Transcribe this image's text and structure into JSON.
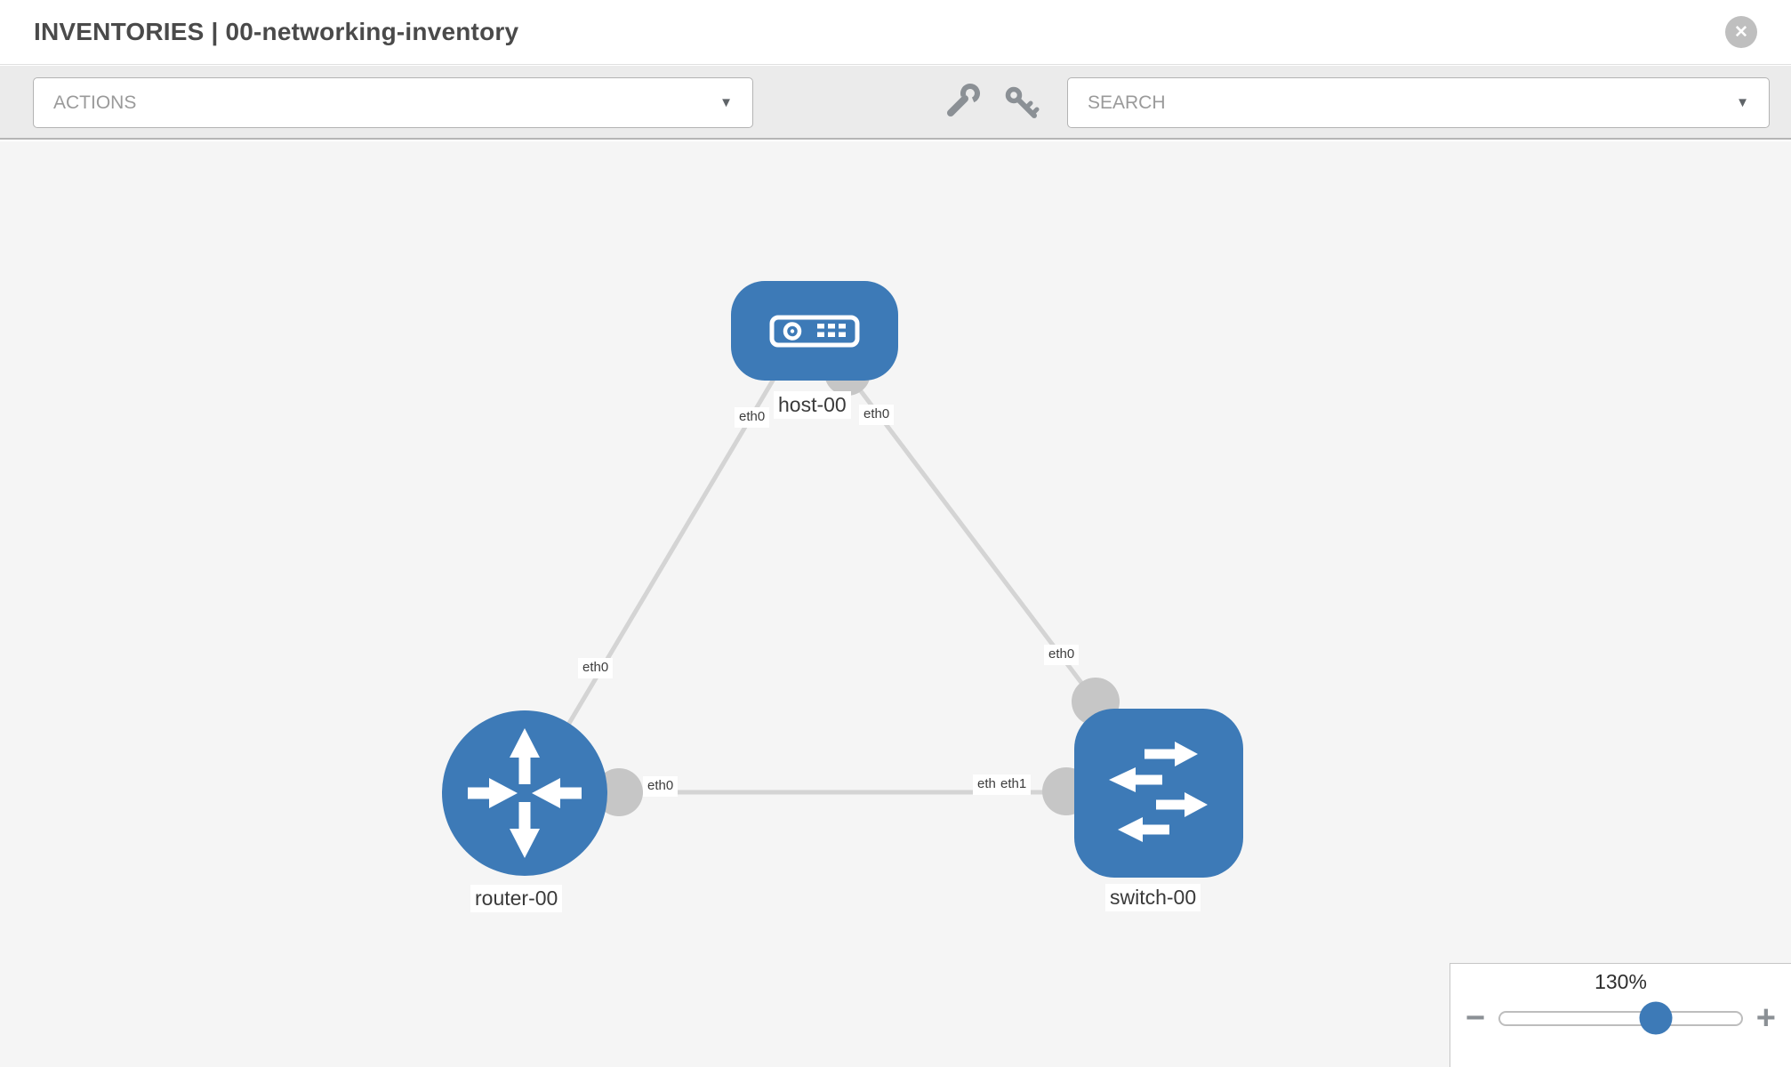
{
  "header": {
    "title": "INVENTORIES | 00-networking-inventory"
  },
  "toolbar": {
    "actions_dropdown": {
      "value": "ACTIONS"
    },
    "search_dropdown": {
      "value": "SEARCH"
    }
  },
  "icons": {
    "close_glyph": "✕",
    "dropdown_caret_glyph": "▼",
    "wrench_icon": "wrench (svg shape)",
    "key_icon": "key (svg shape)",
    "zoom_out_glyph": "−",
    "zoom_in_glyph": "+"
  },
  "topology": {
    "nodes": [
      {
        "id": "host-00",
        "label": "host-00",
        "type": "host"
      },
      {
        "id": "router-00",
        "label": "router-00",
        "type": "router"
      },
      {
        "id": "switch-00",
        "label": "switch-00",
        "type": "switch"
      }
    ],
    "links": [
      {
        "from": "host-00",
        "to": "router-00",
        "from_interface": "eth0",
        "to_interface": "eth0"
      },
      {
        "from": "host-00",
        "to": "switch-00",
        "from_interface": "eth0",
        "to_interface": "eth0"
      },
      {
        "from": "router-00",
        "to": "switch-00",
        "from_interface": "eth0",
        "to_interface": "eth1",
        "to_interface_overlapped": "eth0"
      }
    ]
  },
  "zoom": {
    "level": "130%"
  },
  "colors": {
    "node_blue": "#3d7ab7",
    "edge_gray": "#d4d4d4",
    "connector_gray": "#c6c6c6",
    "toolbar_bg": "#ebebeb",
    "canvas_bg": "#f5f5f5",
    "slider_handle_blue": "#3d7ab7"
  }
}
